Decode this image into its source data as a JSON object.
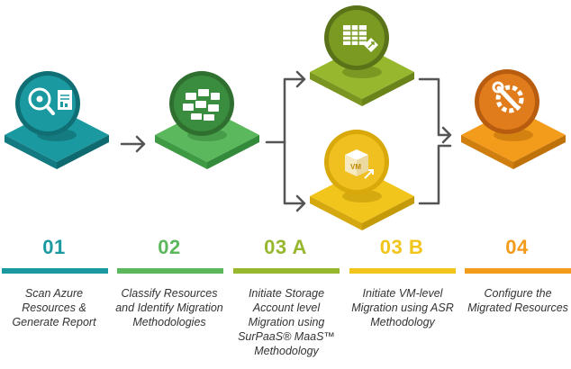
{
  "steps": [
    {
      "number": "01",
      "description": "Scan Azure Resources & Generate Report",
      "color": "#1a9aa0",
      "icon": "search-gear-report-icon"
    },
    {
      "number": "02",
      "description": "Classify Resources and Identify Migration Methodologies",
      "color": "#5cb85c",
      "icon": "folders-icon"
    },
    {
      "number": "03 A",
      "description": "Initiate Storage Account level Migration using SurPaaS® MaaS™ Methodology",
      "color": "#97b82e",
      "icon": "storage-table-migrate-icon"
    },
    {
      "number": "03 B",
      "description": "Initiate VM-level Migration using ASR Methodology",
      "color": "#f2c51c",
      "icon": "vm-box-migrate-icon"
    },
    {
      "number": "04",
      "description": "Configure the Migrated Resources",
      "color": "#f39b1b",
      "icon": "wrench-gear-icon"
    }
  ],
  "icons": {
    "vm_label": "VM"
  },
  "colors": {
    "arrow": "#555555",
    "text": "#333333"
  }
}
